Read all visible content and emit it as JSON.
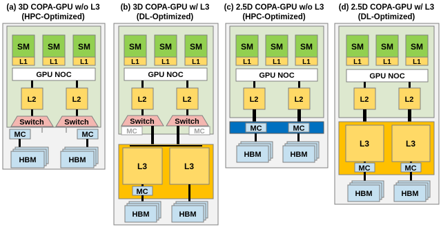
{
  "titles": [
    {
      "line1": "(a) 3D COPA-GPU w/o L3",
      "line2": "(HPC-Optimized)"
    },
    {
      "line1": "(b) 3D COPA-GPU w/ L3",
      "line2": "(DL-Optimized)"
    },
    {
      "line1": "(c) 2.5D COPA-GPU w/o L3",
      "line2": "(HPC-Optimized)"
    },
    {
      "line1": "(d) 2.5D COPA-GPU w/ L3",
      "line2": "(DL-Optimized)"
    }
  ],
  "labels": {
    "sm": "SM",
    "l1": "L1",
    "noc": "GPU NOC",
    "l2": "L2",
    "l3": "L3",
    "switch": "Switch",
    "mc": "MC",
    "hbm": "HBM"
  },
  "colors": {
    "outer": "#f2f2f2",
    "gpm_die": "#dde8cf",
    "sm": "#92d050",
    "l1": "#ffd966",
    "l2": "#ffd966",
    "l3": "#ffd966",
    "l3_die": "#ffc000",
    "mc_die_25d": "#0070c0",
    "mc": "#c5e0f0",
    "mc_grey": "#ffffff",
    "hbm": "#c5e0f0",
    "switch": "#f4b6b0",
    "noc": "#ffffff"
  }
}
